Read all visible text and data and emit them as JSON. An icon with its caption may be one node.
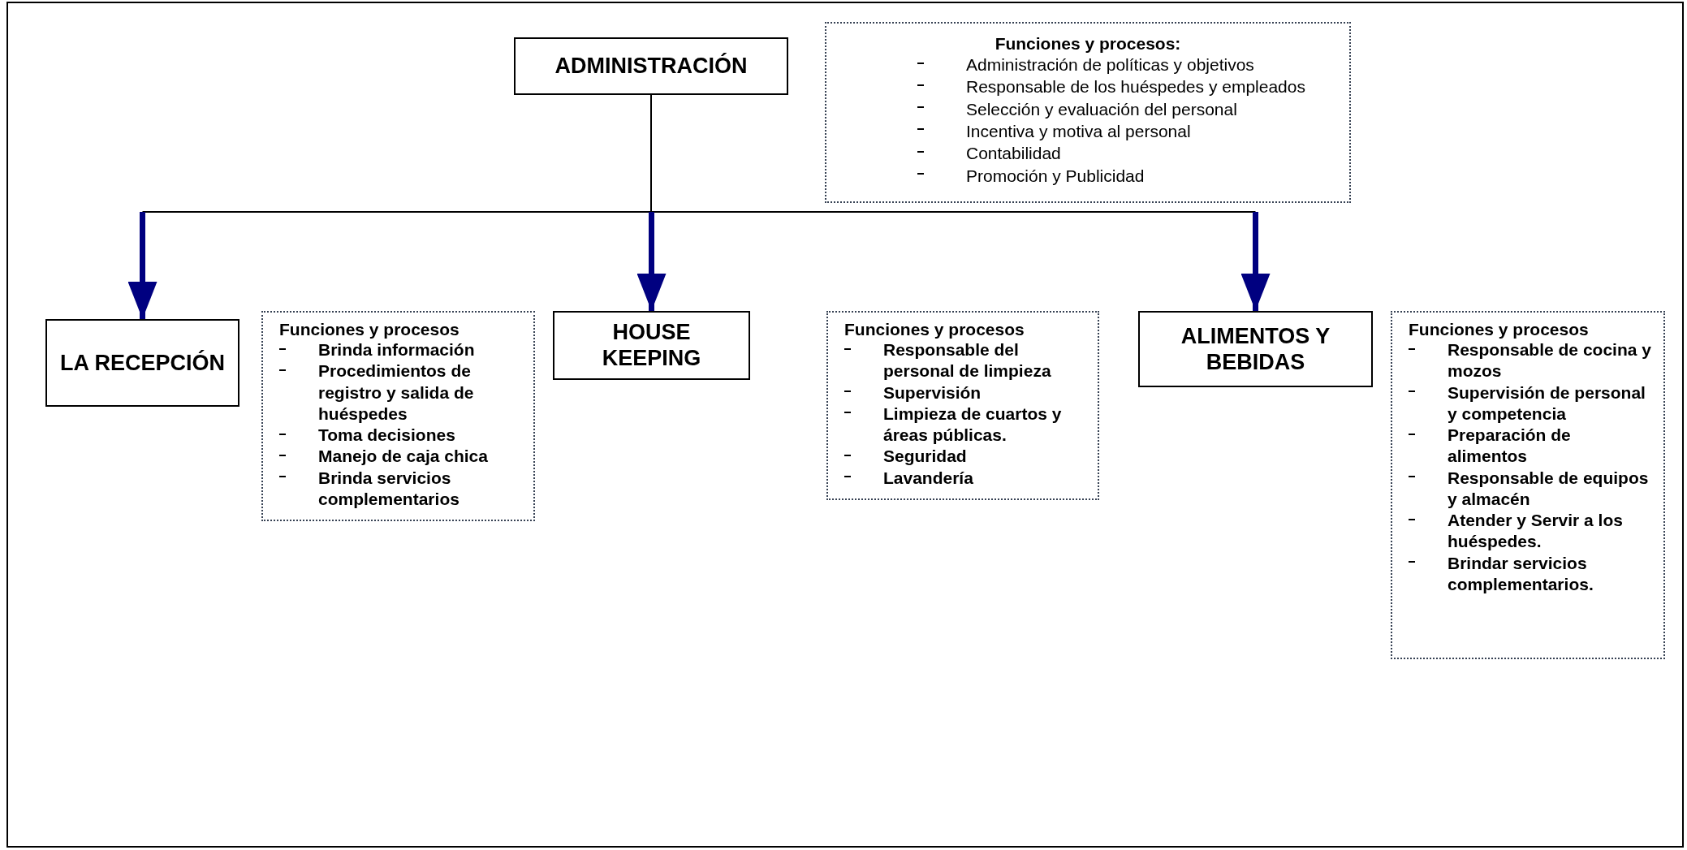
{
  "diagram": {
    "nodes": [
      {
        "text": [
          "ADMINISTRACIÓN"
        ]
      },
      {
        "text": [
          "Funciones y procesos:",
          "Administración de políticas y objetivos",
          "Responsable de los huéspedes y empleados",
          "Selección y evaluación del personal",
          "Incentiva y motiva al personal",
          "Contabilidad",
          "Promoción y Publicidad"
        ]
      },
      {
        "text": [
          "LA RECEPCIÓN"
        ]
      },
      {
        "text": [
          "Funciones y procesos",
          "Brinda información",
          "Procedimientos de registro y salida de huéspedes",
          "Toma decisiones",
          "Manejo de caja chica",
          "Brinda servicios complementarios"
        ]
      },
      {
        "text": [
          "HOUSE KEEPING"
        ]
      },
      {
        "text": [
          "Funciones y procesos",
          "Responsable del personal de limpieza",
          "Supervisión",
          "Limpieza de cuartos y áreas públicas.",
          "Seguridad",
          "Lavandería"
        ]
      },
      {
        "text": [
          "ALIMENTOS Y BEBIDAS"
        ]
      },
      {
        "text": [
          "Funciones y procesos",
          "Responsable de cocina y mozos",
          "Supervisión de personal y competencia",
          "Preparación de alimentos",
          "Responsable de equipos y almacén",
          "Atender y Servir a los huéspedes.",
          "Brindar servicios complementarios."
        ]
      }
    ],
    "edges": [
      {
        "from": 0,
        "to": 2,
        "arrow": "to"
      },
      {
        "from": 0,
        "to": 4,
        "arrow": "to"
      },
      {
        "from": 0,
        "to": 6,
        "arrow": "to"
      }
    ]
  }
}
